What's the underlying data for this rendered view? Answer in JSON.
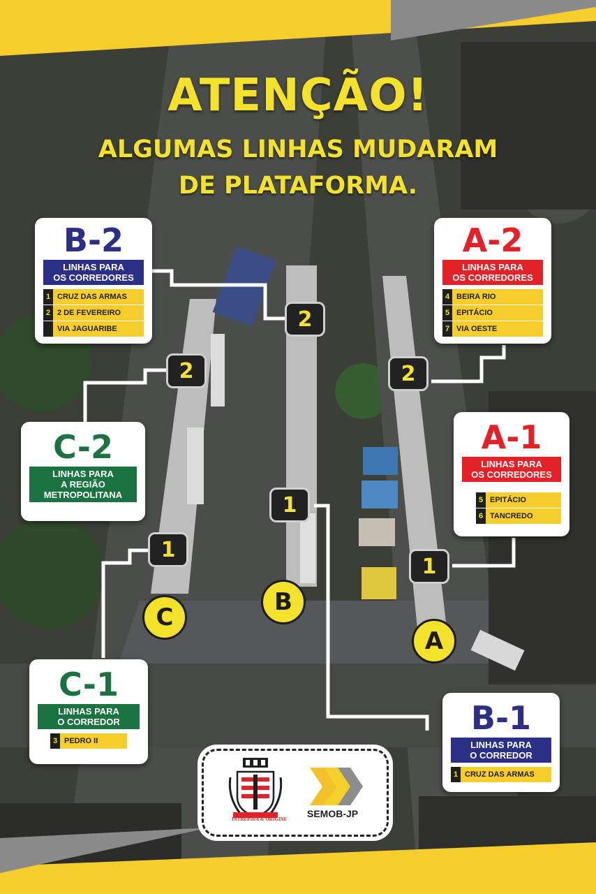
{
  "headline": {
    "title": "ATENÇÃO!",
    "line1": "ALGUMAS LINHAS MUDARAM",
    "line2": "DE PLATAFORMA."
  },
  "colors": {
    "yellow": "#f3e12a",
    "blue": "#2c2f86",
    "red": "#e32126",
    "green": "#1a7341",
    "line_badge": "#f5cd2c"
  },
  "cards": {
    "b2": {
      "code": "B-2",
      "banner": [
        "LINHAS PARA",
        "OS CORREDORES"
      ],
      "lines": [
        {
          "num": "1",
          "name": "CRUZ DAS ARMAS"
        },
        {
          "num": "2",
          "name": "2 DE FEVEREIRO"
        },
        {
          "num": "",
          "name": "VIA JAGUARIBE"
        }
      ]
    },
    "a2": {
      "code": "A-2",
      "banner": [
        "LINHAS PARA",
        "OS CORREDORES"
      ],
      "lines": [
        {
          "num": "4",
          "name": "BEIRA RIO"
        },
        {
          "num": "5",
          "name": "EPITÁCIO"
        },
        {
          "num": "7",
          "name": "VIA OESTE"
        }
      ]
    },
    "c2": {
      "code": "C-2",
      "banner": [
        "LINHAS PARA",
        "A REGIÃO",
        "METROPOLITANA"
      ]
    },
    "a1": {
      "code": "A-1",
      "banner": [
        "LINHAS PARA",
        "OS CORREDORES"
      ],
      "lines": [
        {
          "num": "5",
          "name": "EPITÁCIO"
        },
        {
          "num": "6",
          "name": "TANCREDO"
        }
      ]
    },
    "c1": {
      "code": "C-1",
      "banner": [
        "LINHAS PARA",
        "O CORREDOR"
      ],
      "lines": [
        {
          "num": "3",
          "name": "PEDRO II"
        }
      ]
    },
    "b1": {
      "code": "B-1",
      "banner": [
        "LINHAS PARA",
        "O CORREDOR"
      ],
      "lines": [
        {
          "num": "1",
          "name": "CRUZ DAS ARMAS"
        }
      ]
    }
  },
  "platforms": {
    "numbers": [
      "2",
      "2",
      "2",
      "1",
      "1",
      "1"
    ],
    "letters": [
      "C",
      "B",
      "A"
    ]
  },
  "logos": {
    "semob": "SEMOB-JP",
    "motto": "INTREPIDA & ORIGINE",
    "icons": [
      "city-crest-icon",
      "semob-chevron-logo-icon"
    ]
  }
}
